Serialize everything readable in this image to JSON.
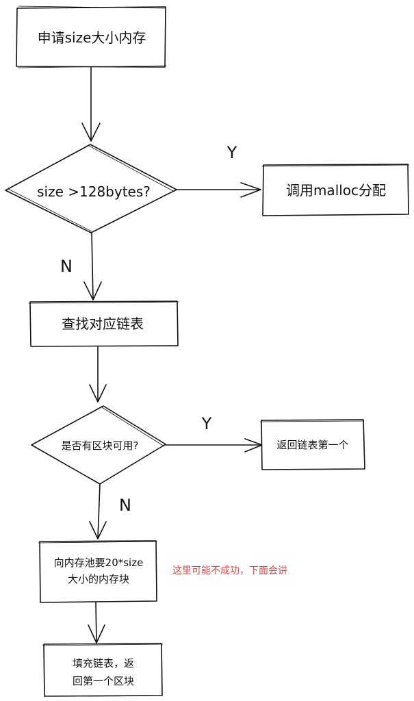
{
  "nodes": {
    "request": {
      "text": [
        "申请size大小内存"
      ]
    },
    "size_check": {
      "text": [
        "size >128bytes?"
      ]
    },
    "malloc": {
      "text": [
        "调用malloc分配"
      ]
    },
    "find_list": {
      "text": [
        "查找对应链表"
      ]
    },
    "block_available": {
      "text": [
        "是否有区块可用?"
      ]
    },
    "return_first": {
      "text": [
        "返回链表第一个"
      ]
    },
    "request_pool": {
      "text": [
        "向内存池要20*size",
        "大小的内存块"
      ]
    },
    "fill_list": {
      "text": [
        "填充链表，返",
        "回第一个区块"
      ]
    }
  },
  "edge_labels": {
    "size_yes": "Y",
    "size_no": "N",
    "block_yes": "Y",
    "block_no": "N"
  },
  "note": "这里可能不成功，下面会讲"
}
